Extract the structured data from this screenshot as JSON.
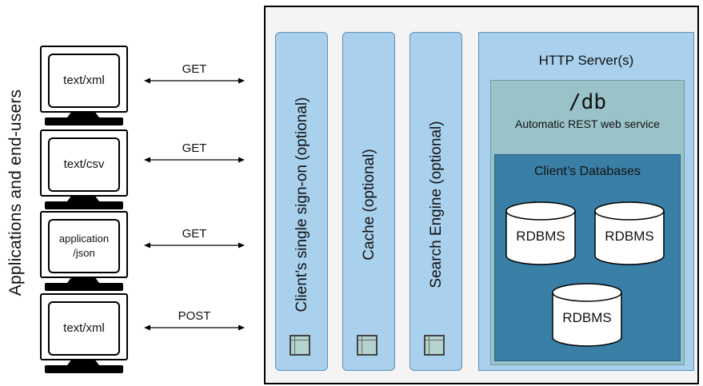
{
  "side_label": "Applications and end-users",
  "clients": [
    {
      "screen": "text/xml",
      "method": "GET"
    },
    {
      "screen": "text/csv",
      "method": "GET"
    },
    {
      "screen": "application /json",
      "method": "GET"
    },
    {
      "screen": "text/xml",
      "method": "POST"
    }
  ],
  "columns": [
    {
      "label": "Client’s single sign-on (optional)"
    },
    {
      "label": "Cache (optional)"
    },
    {
      "label": "Search Engine (optional)"
    }
  ],
  "http": {
    "title": "HTTP Server(s)",
    "db_title": "/db",
    "db_subtitle": "Automatic REST web service",
    "databases_title": "Client’s Databases",
    "databases": [
      "RDBMS",
      "RDBMS",
      "RDBMS"
    ]
  },
  "colors": {
    "column_fill": "#a9d1ee",
    "db_fill": "#9ac3c9",
    "databases_fill": "#3a7fa6",
    "frame_fill": "#f4f4f4"
  }
}
